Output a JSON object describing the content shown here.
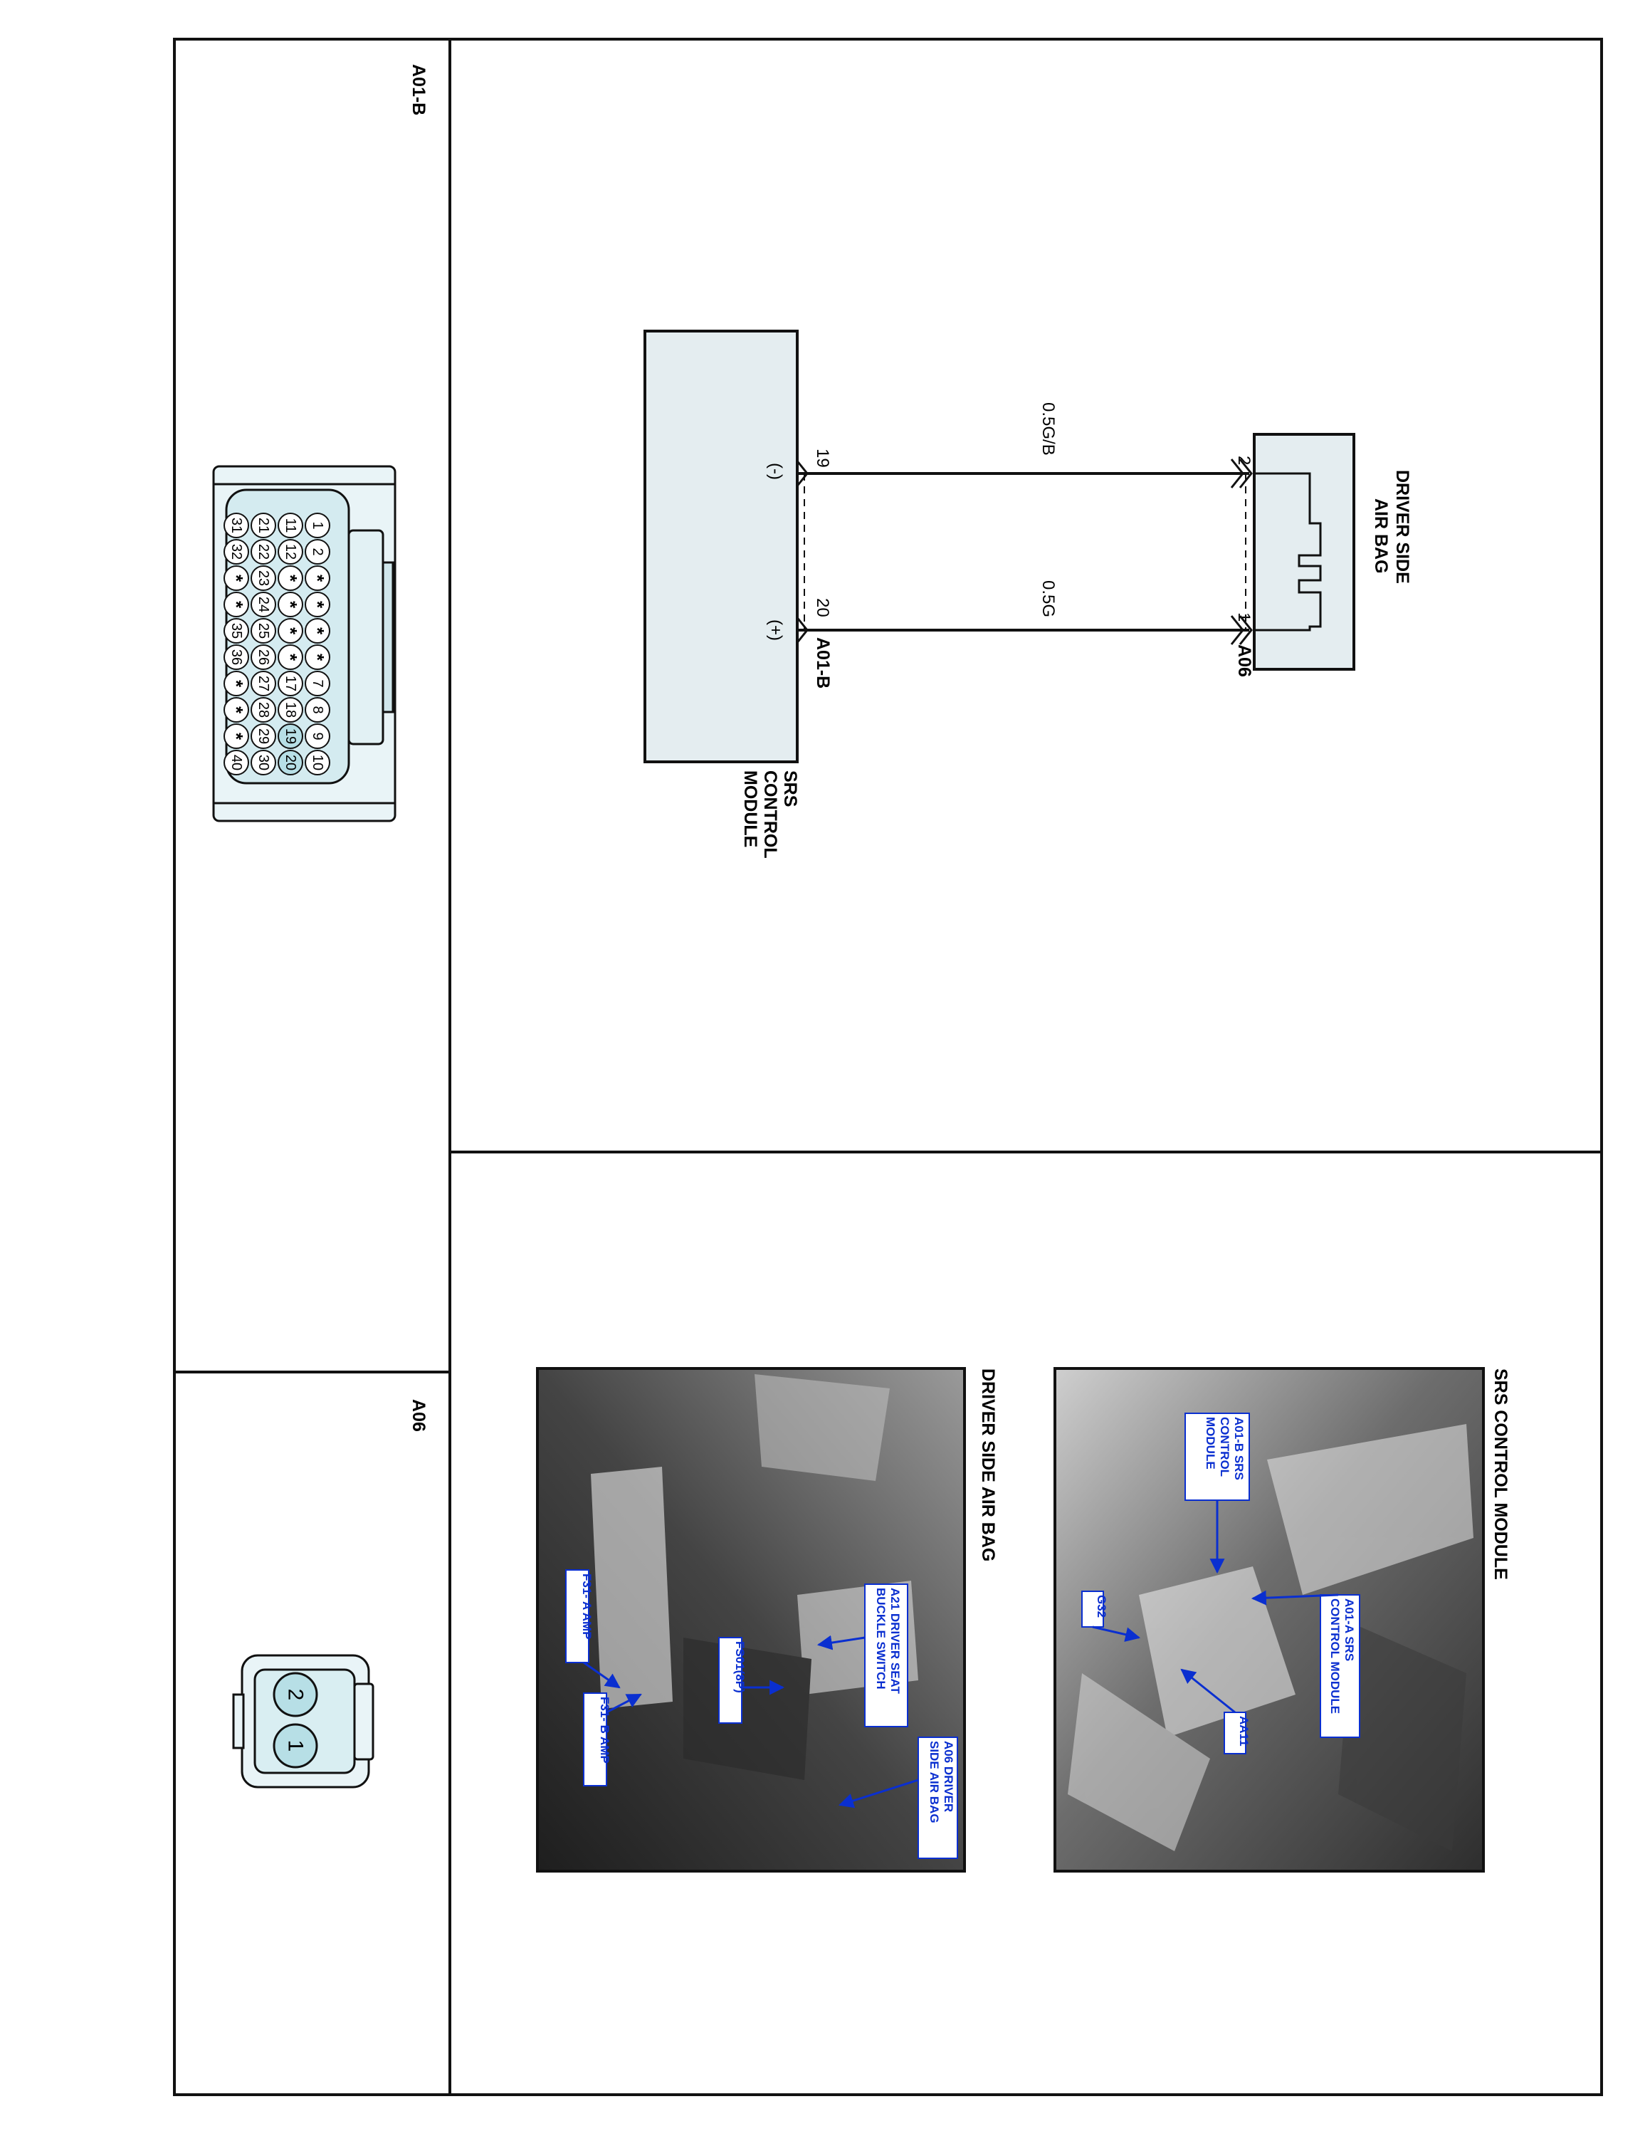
{
  "connectors": {
    "a01b": {
      "label": "A01-B"
    },
    "a06": {
      "label": "A06",
      "pin1": "1",
      "pin2": "2"
    }
  },
  "connector_a01b_pins": {
    "row1": [
      "1",
      "2",
      "*",
      "*",
      "*",
      "*",
      "7",
      "8",
      "9",
      "10"
    ],
    "row2": [
      "11",
      "12",
      "*",
      "*",
      "*",
      "*",
      "17",
      "18",
      "19",
      "20"
    ],
    "row3": [
      "21",
      "22",
      "23",
      "24",
      "25",
      "26",
      "27",
      "28",
      "29",
      "30"
    ],
    "row4": [
      "31",
      "32",
      "*",
      "*",
      "35",
      "36",
      "*",
      "*",
      "*",
      "40"
    ]
  },
  "schematic": {
    "airbag_title_line1": "DRIVER SIDE",
    "airbag_title_line2": "AIR BAG",
    "airbag_connector": "A06",
    "airbag_pin_a": "2",
    "airbag_pin_b": "1",
    "wire1_label": "0.5G/B",
    "wire2_label": "0.5G",
    "module_pin_a": "19",
    "module_pin_b": "20",
    "module_connector": "A01-B",
    "module_minus": "(-)",
    "module_plus": "(+)",
    "module_title_line1": "SRS",
    "module_title_line2": "CONTROL",
    "module_title_line3": "MODULE"
  },
  "photos": {
    "srs_module": {
      "title": "SRS CONTROL MODULE",
      "a01b_line1": "A01-B SRS",
      "a01b_line2": "CONTROL",
      "a01b_line3": "MODULE",
      "a01a_line1": "A01-A SRS",
      "a01a_line2": "CONTROL MODULE",
      "g32": "G32",
      "aa11": "AA11"
    },
    "driver_airbag": {
      "title": "DRIVER SIDE AIR BAG",
      "a21_line1": "A21 DRIVER SEAT",
      "a21_line2": "BUCKLE SWITCH",
      "a06_line1": "A06 DRIVER",
      "a06_line2": "SIDE AIR BAG",
      "fs01": "FS01(8P)",
      "f31a": "F31- A AMP",
      "f31b": "F31- B AMP"
    }
  },
  "colors": {
    "frame": "#111111",
    "connector_fill": "#dceef2",
    "pin_fill": "#b7dfe6",
    "module_fill": "#e4edf0",
    "callout_text": "#0a2fd0",
    "callout_bg": "#ffffff",
    "photo_background": "#7a7a7a"
  }
}
